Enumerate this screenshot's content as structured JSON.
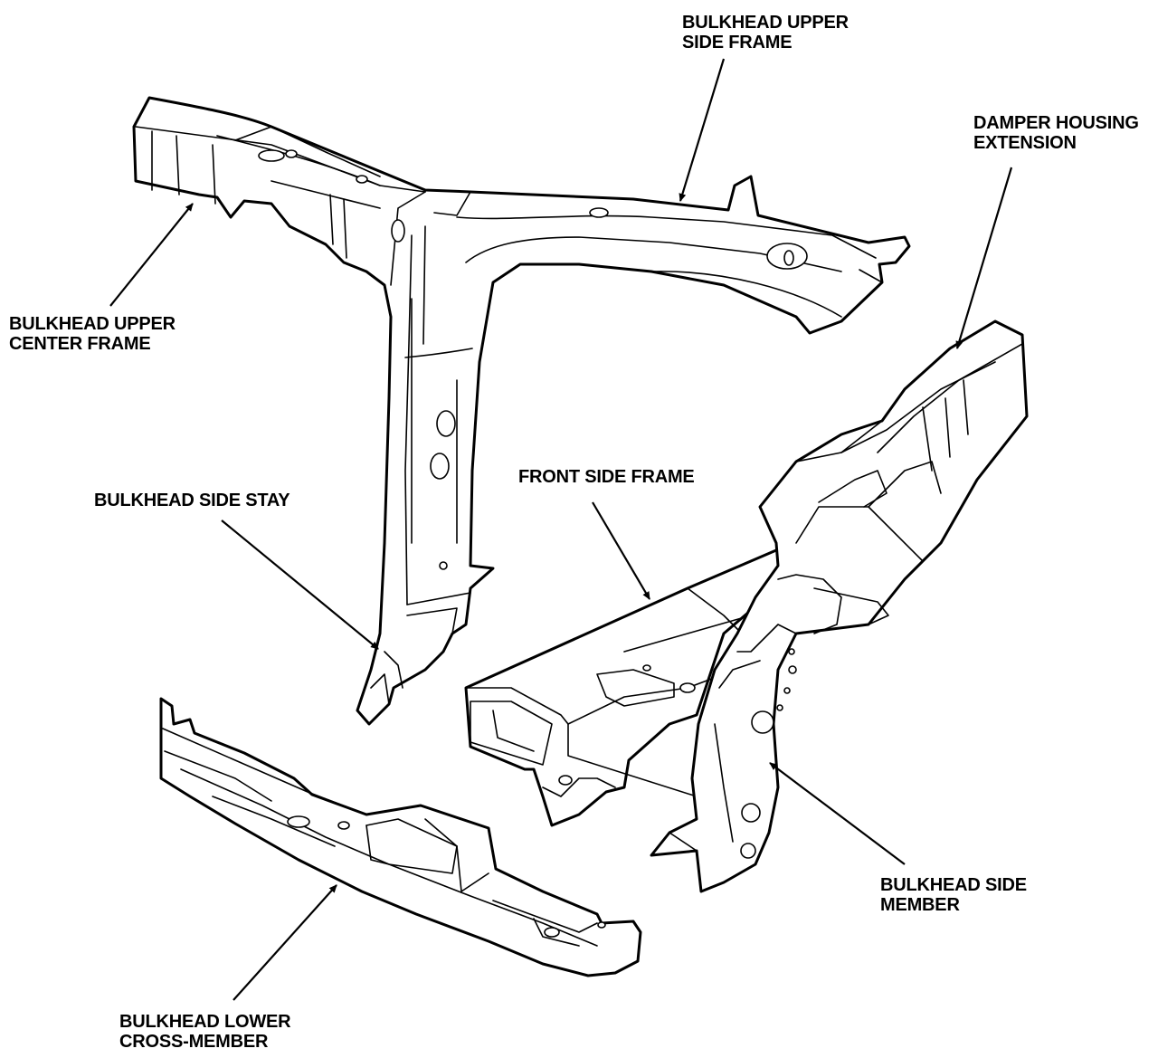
{
  "diagram": {
    "labels": {
      "bulkhead_upper_side_frame": [
        "BULKHEAD UPPER",
        "SIDE FRAME"
      ],
      "damper_housing_extension": [
        "DAMPER HOUSING",
        "EXTENSION"
      ],
      "bulkhead_upper_center_frame": [
        "BULKHEAD UPPER",
        "CENTER FRAME"
      ],
      "bulkhead_side_stay": [
        "BULKHEAD SIDE STAY"
      ],
      "front_side_frame": [
        "FRONT SIDE FRAME"
      ],
      "bulkhead_side_member": [
        "BULKHEAD SIDE",
        "MEMBER"
      ],
      "bulkhead_lower_cross_member": [
        "BULKHEAD LOWER",
        "CROSS-MEMBER"
      ]
    }
  }
}
